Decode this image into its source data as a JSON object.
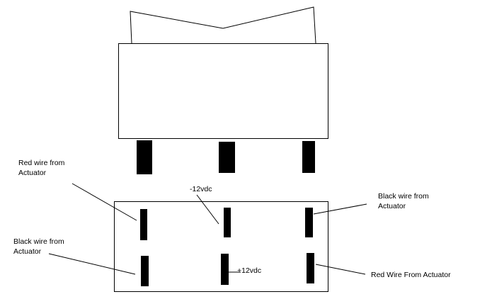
{
  "colors": {
    "background": "#ffffff",
    "stroke": "#000000",
    "terminal_fill": "#000000"
  },
  "switch_side_view": {
    "rocker": "rocker-outline",
    "housing": "switch-housing",
    "terminals": [
      "left-terminal",
      "center-terminal",
      "right-terminal"
    ]
  },
  "switch_bottom_view": {
    "labels": {
      "top_left": {
        "line1": "Red wire from",
        "line2": "Actuator"
      },
      "bottom_left": {
        "line1": "Black wire from",
        "line2": "Actuator"
      },
      "top_right": {
        "line1": "Black wire from",
        "line2": "Actuator"
      },
      "bottom_right": {
        "text": "Red Wire From Actuator"
      },
      "top_center": {
        "text": "-12vdc"
      },
      "bottom_center": {
        "text": "+12vdc"
      }
    }
  }
}
